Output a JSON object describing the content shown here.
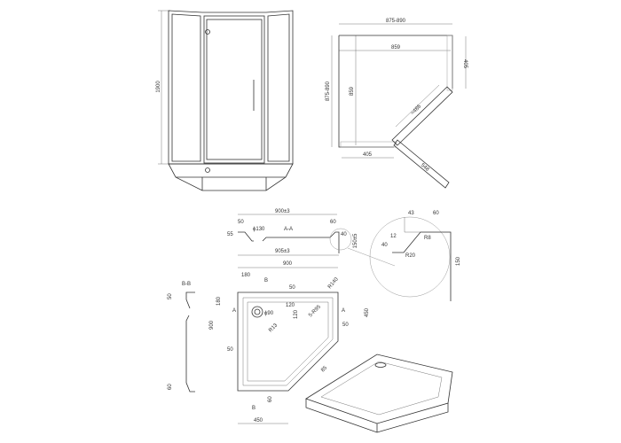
{
  "elevation": {
    "height": "1900"
  },
  "plan": {
    "width_outer": "875-890",
    "width_inner": "859",
    "depth_outer": "875-890",
    "depth_inner": "859",
    "side_right": "405",
    "side_bottom": "405",
    "fixed_panel": "≈486",
    "door": "548"
  },
  "section_aa": {
    "title": "A-A",
    "top_width": "900±3",
    "bottom_width": "905±3",
    "left_rim": "50",
    "right_rim": "60",
    "left_height": "55",
    "right_height": "40",
    "drain_diameter": "ϕ130",
    "total_height": "150±5"
  },
  "detail": {
    "w1": "43",
    "w2": "60",
    "h1": "12",
    "h2": "40",
    "r_small": "R8",
    "r_large": "R20",
    "height": "150"
  },
  "tray_plan": {
    "width": "900",
    "depth": "900",
    "section_b": "B",
    "section_a": "A",
    "b_offset": "180",
    "a_offset": "180",
    "top_rim": "50",
    "corner_radius": "R140",
    "drain": "ϕ90",
    "grid_x": "120",
    "grid_y": "120",
    "inner_radius": "5-R95",
    "dot_radius": "R13",
    "right_side": "450",
    "right_rim": "50",
    "left_rim": "50",
    "diag_rim": "85",
    "bottom_rim": "60",
    "bottom_side": "450"
  },
  "section_bb": {
    "title": "B-B",
    "top": "50",
    "bottom": "60"
  }
}
